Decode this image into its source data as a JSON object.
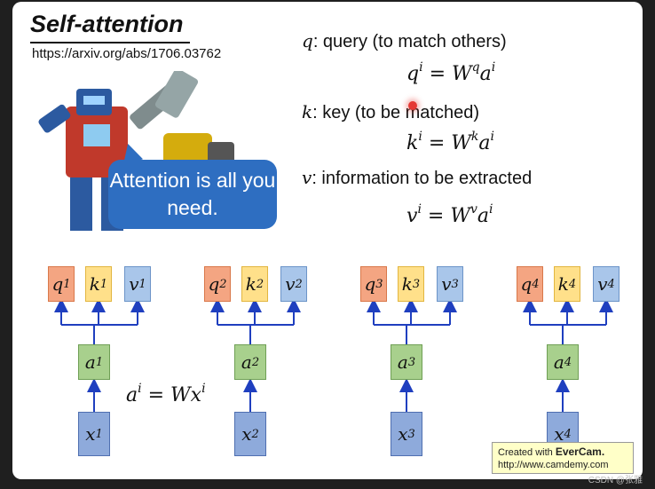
{
  "title": "Self-attention",
  "url": "https://arxiv.org/abs/1706.03762",
  "bubble_text": "Attention is all you need.",
  "definitions": {
    "q": {
      "sym": "q",
      "text": ": query (to match others)"
    },
    "k": {
      "sym": "k",
      "text": ": key (to be matched)"
    },
    "v": {
      "sym": "v",
      "text": ": information to be extracted"
    }
  },
  "equations": {
    "q": {
      "lhs": "q",
      "rhs_w": "W",
      "rhs_sup": "q",
      "rhs_a": "a"
    },
    "k": {
      "lhs": "k",
      "rhs_w": "W",
      "rhs_sup": "k",
      "rhs_a": "a"
    },
    "v": {
      "lhs": "v",
      "rhs_w": "W",
      "rhs_sup": "v",
      "rhs_a": "a"
    }
  },
  "sup_i": "i",
  "equals": "=",
  "formula_a": {
    "lhs": "a",
    "sup": "i",
    "rhs_w": "W",
    "rhs_x": "x"
  },
  "columns": [
    {
      "q": "q",
      "k": "k",
      "v": "v",
      "a": "a",
      "x": "x",
      "idx": "1"
    },
    {
      "q": "q",
      "k": "k",
      "v": "v",
      "a": "a",
      "x": "x",
      "idx": "2"
    },
    {
      "q": "q",
      "k": "k",
      "v": "v",
      "a": "a",
      "x": "x",
      "idx": "3"
    },
    {
      "q": "q",
      "k": "k",
      "v": "v",
      "a": "a",
      "x": "x",
      "idx": "4"
    }
  ],
  "evercam": {
    "line1_prefix": "Created with ",
    "line1_brand": "EverCam.",
    "line2": "http://www.camdemy.com"
  },
  "watermark": "CSDN @张雅",
  "colors": {
    "q": "#f4a582",
    "k": "#ffe08a",
    "v": "#a9c6ea",
    "a": "#a8d08d",
    "x": "#8eaadb",
    "arrow": "#1f3fbf"
  }
}
